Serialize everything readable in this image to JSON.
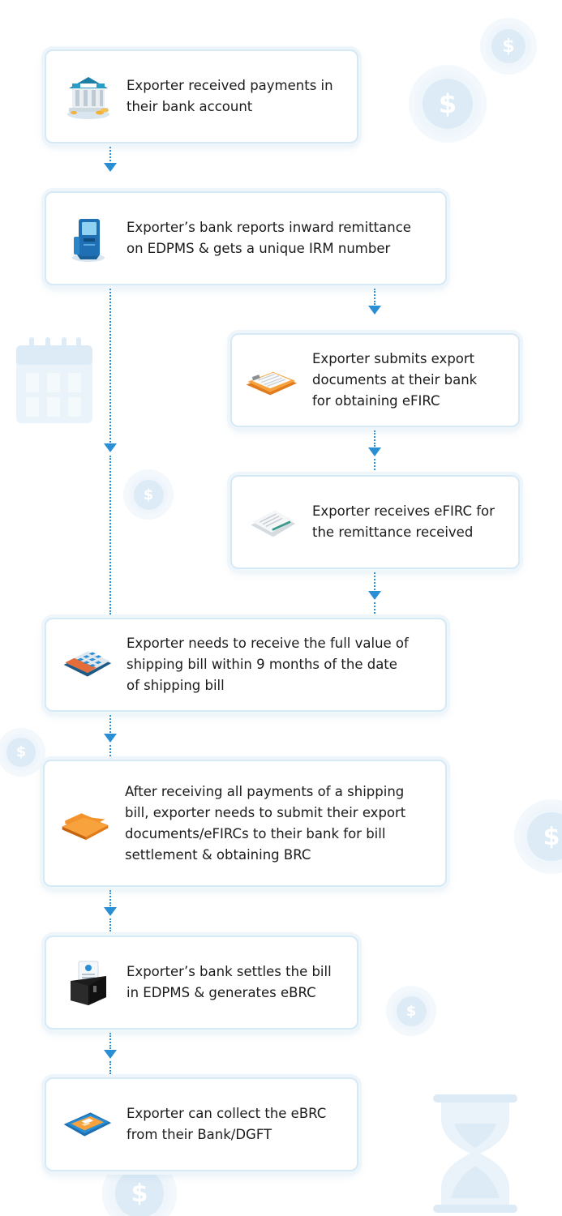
{
  "coin_symbol": "$",
  "colors": {
    "connector": "#2a8ed4",
    "card_border": "#d6e9f5"
  },
  "steps": [
    {
      "text": "Exporter received payments in\ntheir bank account",
      "icon": "bank-icon"
    },
    {
      "text": "Exporter’s bank reports inward remittance\non EDPMS & gets a unique IRM number",
      "icon": "kiosk-icon"
    },
    {
      "text": "Exporter submits export\ndocuments at their bank\nfor obtaining eFIRC",
      "icon": "clipboard-icon"
    },
    {
      "text": "Exporter receives eFIRC for\nthe remittance received",
      "icon": "document-icon"
    },
    {
      "text": "Exporter needs to receive the full value of\nshipping bill within 9 months of the date\nof shipping bill",
      "icon": "calendar-icon"
    },
    {
      "text": "After receiving all payments of a shipping\nbill, exporter needs to submit their export\ndocuments/eFIRCs to their bank for bill\nsettlement & obtaining BRC",
      "icon": "folder-icon"
    },
    {
      "text": "Exporter’s bank settles the bill\nin EDPMS & generates eBRC",
      "icon": "certificate-icon"
    },
    {
      "text": "Exporter can collect the eBRC\nfrom their Bank/DGFT",
      "icon": "phone-icon"
    }
  ]
}
